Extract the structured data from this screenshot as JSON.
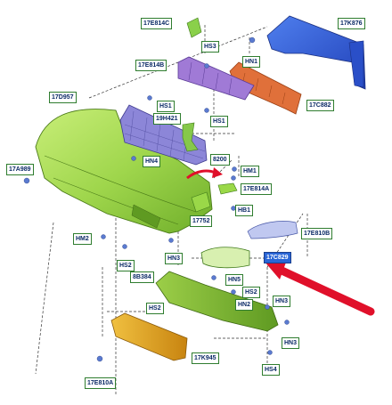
{
  "labels": {
    "p17E814C": "17E814C",
    "p17K876": "17K876",
    "pHS3": "HS3",
    "p17E814B": "17E814B",
    "pHN1": "HN1",
    "p17D957": "17D957",
    "p17C882": "17C882",
    "pHS1a": "HS1",
    "p19H421": "19H421",
    "pHS1b": "HS1",
    "pHN4": "HN4",
    "p8200": "8200",
    "pHM1": "HM1",
    "p17A989": "17A989",
    "p17E814A": "17E814A",
    "pHB1": "HB1",
    "p17752": "17752",
    "p17E810B": "17E810B",
    "pHM2": "HM2",
    "pHN3a": "HN3",
    "p17C829": "17C829",
    "pHS2a": "HS2",
    "p8B384": "8B384",
    "pHN5": "HN5",
    "pHS2b": "HS2",
    "pHN2": "HN2",
    "pHN3b": "HN3",
    "pHS2c": "HS2",
    "pHN3c": "HN3",
    "p17K945": "17K945",
    "pHS4": "HS4",
    "p17E810A": "17E810A"
  },
  "highlight": {
    "part": "17C829",
    "arrow_color": "#e0102a"
  },
  "colors": {
    "bumper": "#9fd64c",
    "lower_valance": "#7fb82e",
    "skid_plate": "#e0a020",
    "grille_upper": "#a07ad6",
    "grille_lower": "#8c86d8",
    "reinforcement": "#2f5fd6",
    "absorber": "#e0703a",
    "label_border": "#2f7d2f",
    "label_text": "#0b2a66"
  }
}
